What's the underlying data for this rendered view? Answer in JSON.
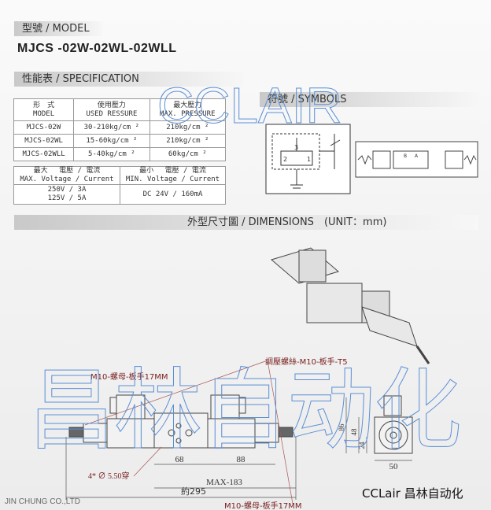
{
  "model_heading": "型號 / MODEL",
  "model_name": "MJCS -02W-02WL-02WLL",
  "spec_heading": "性能表 / SPECIFICATION",
  "spec_table": {
    "headers": [
      [
        "形　式",
        "MODEL"
      ],
      [
        "使用壓力",
        "USED RESSURE"
      ],
      [
        "最大壓力",
        "MAX. PRESSURE"
      ]
    ],
    "rows": [
      [
        "MJCS-02W",
        "30-210kg/cm ²",
        "210kg/cm ²"
      ],
      [
        "MJCS-02WL",
        "15-60kg/cm ²",
        "210kg/cm ²"
      ],
      [
        "MJCS-02WLL",
        "5-40kg/cm ²",
        "60kg/cm ²"
      ]
    ]
  },
  "electric_table": {
    "headers": [
      [
        "最大　 電壓 / 電流",
        "MAX. Voltage / Current"
      ],
      [
        "最小　 電壓 / 電流",
        "MIN. Voltage / Current"
      ]
    ],
    "max_values": [
      "250V / 3A",
      "125V / 5A"
    ],
    "min_value": "DC 24V / 160mA"
  },
  "symbols_heading": "符號 / SYMBOLS",
  "symbol_labels": {
    "p3": "3",
    "p2": "2",
    "p1": "1",
    "b": "B",
    "a": "A"
  },
  "dimensions_heading": "外型尺寸圖 / DIMENSIONS　(UNIT：mm)",
  "annotations": {
    "adjust_screw": "調壓螺絲-M10-板手-T5",
    "nut_top": "M10-螺母-板手17MM",
    "nut_bottom": "M10-螺母-板手17MM",
    "holes": "4* ∅ 5.50穿"
  },
  "dims": {
    "d68": "68",
    "d88": "88",
    "max": "MAX-183",
    "total": "約295",
    "h86": "86",
    "h48": "48",
    "h24": "24",
    "w50": "50"
  },
  "footer_company": "JIN CHUNG CO.,LTD",
  "watermark": {
    "top": "CCLAIR",
    "bottom": "昌林自动化"
  },
  "brand": "CCLair 昌林自动化"
}
